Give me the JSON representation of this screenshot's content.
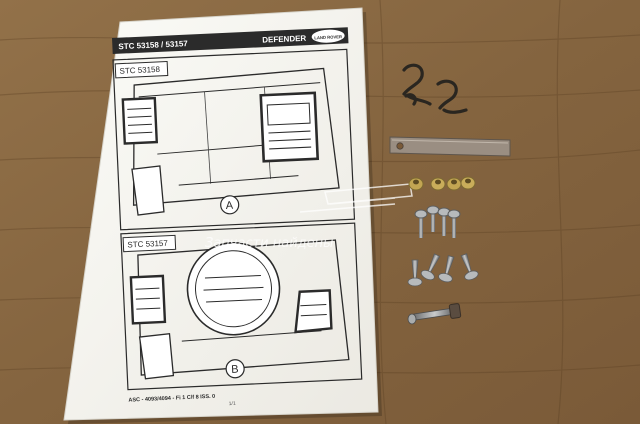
{
  "document": {
    "part_numbers": "STC 53158 / 53157",
    "brand": "DEFENDER",
    "logo_text": "LAND ROVER",
    "diagram_a": {
      "code": "STC 53158",
      "letter": "A"
    },
    "diagram_b": {
      "code": "STC 53157",
      "letter": "B"
    },
    "footer": "ASC - 4093/4094 - Fi 1 C/f 8  ISS. 0",
    "page": "1/1"
  },
  "watermark": {
    "text": "Запчасти найдены"
  },
  "colors": {
    "wood": "#8a6a45",
    "paper": "#f4f3ee",
    "ink": "#2b2b2b",
    "metal": "#9a9fa5",
    "brass": "#c2a552",
    "clip": "#2a2620"
  }
}
